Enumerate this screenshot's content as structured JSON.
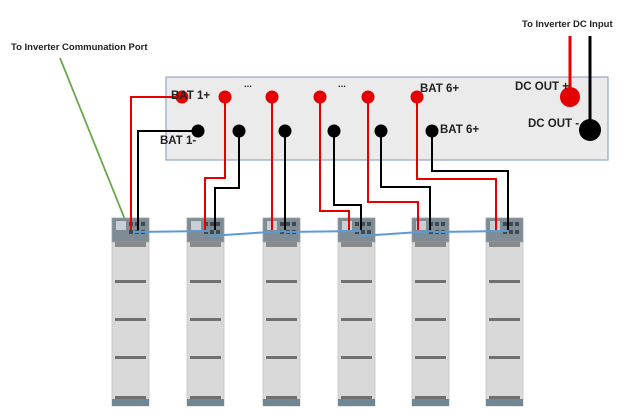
{
  "labels": {
    "comm_port": "To Inverter Communation Port",
    "dc_input": "To Inverter DC Input",
    "bat1_pos": "BAT 1+",
    "bat1_neg": "BAT 1-",
    "bat6_pos": "BAT 6+",
    "bat6_neg": "BAT 6+",
    "dc_out_pos": "DC OUT +",
    "dc_out_neg": "DC OUT -",
    "ellipsis_1": "...",
    "ellipsis_2": "..."
  },
  "colors": {
    "positive_wire": "#e60000",
    "negative_wire": "#000000",
    "comm_wire": "#6aa84f",
    "link_cable": "#5b9bd5",
    "busbar_box": "#ebebeb",
    "busbar_border": "#8faac8",
    "battery_body": "#d9d9d9",
    "battery_head": "#7f8c95",
    "battery_base": "#6f8792"
  },
  "battery_count": 6,
  "modules_per_battery": 5
}
